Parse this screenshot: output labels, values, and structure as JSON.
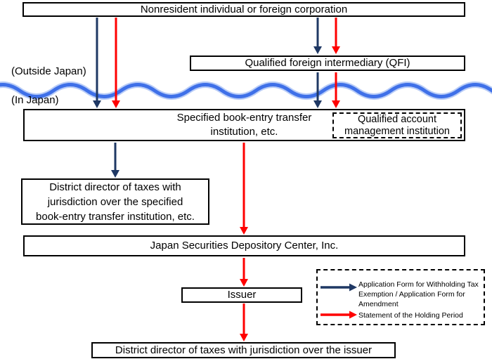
{
  "diagram": {
    "nodes": {
      "nonresident": {
        "label": "Nonresident individual or foreign corporation"
      },
      "qfi": {
        "label": "Qualified foreign intermediary (QFI)"
      },
      "book_entry": {
        "lines": [
          "Specified book-entry transfer",
          "institution, etc."
        ]
      },
      "qualified_account": {
        "lines": [
          "Qualified account",
          "management institution"
        ]
      },
      "district_specified": {
        "lines": [
          "District director of taxes with",
          "jurisdiction over the specified",
          "book-entry transfer institution, etc."
        ]
      },
      "jsdc": {
        "label": "Japan Securities Depository Center, Inc."
      },
      "issuer": {
        "label": "Issuer"
      },
      "district_issuer": {
        "label": "District director of taxes with jurisdiction over the issuer"
      }
    },
    "region_labels": {
      "outside": "(Outside Japan)",
      "inside": "(In Japan)"
    },
    "legend": {
      "items": [
        {
          "arrow": "navy-arrow",
          "lines": [
            "Application Form for Withholding Tax",
            "Exemption / Application Form for",
            "Amendment"
          ]
        },
        {
          "arrow": "red-arrow",
          "lines": [
            "Statement of the Holding Period"
          ]
        }
      ]
    },
    "colors": {
      "navy": "#1f3864",
      "red": "#ff0000",
      "wave": "#3f70e8",
      "wave_glow": "#7da2f0",
      "border": "#000000"
    }
  }
}
